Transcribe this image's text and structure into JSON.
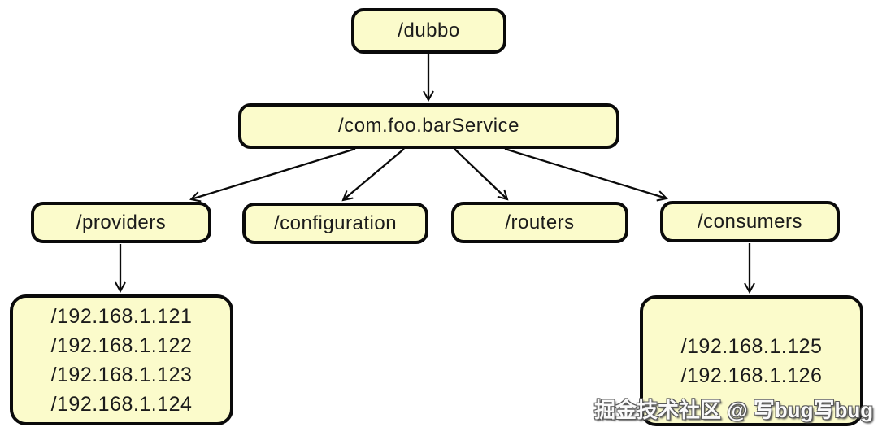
{
  "diagram": {
    "nodes": {
      "root": {
        "label": "/dubbo"
      },
      "service": {
        "label": "/com.foo.barService"
      },
      "providers": {
        "label": "/providers"
      },
      "configuration": {
        "label": "/configuration"
      },
      "routers": {
        "label": "/routers"
      },
      "consumers": {
        "label": "/consumers"
      },
      "provider_addresses": {
        "lines": [
          "/192.168.1.121",
          "/192.168.1.122",
          "/192.168.1.123",
          "/192.168.1.124"
        ]
      },
      "consumer_addresses": {
        "lines": [
          "/192.168.1.125",
          "/192.168.1.126"
        ]
      }
    },
    "edges": [
      {
        "from": "root",
        "to": "service"
      },
      {
        "from": "service",
        "to": "providers"
      },
      {
        "from": "service",
        "to": "configuration"
      },
      {
        "from": "service",
        "to": "routers"
      },
      {
        "from": "service",
        "to": "consumers"
      },
      {
        "from": "providers",
        "to": "provider_addresses"
      },
      {
        "from": "consumers",
        "to": "consumer_addresses"
      }
    ],
    "colors": {
      "node_fill": "#FBFBCB",
      "node_border": "#000000",
      "arrow": "#000000",
      "background": "#FFFFFF",
      "watermark_text_color": "#FFFFFF"
    }
  },
  "watermark": {
    "text": "掘金技术社区 @ 写bug写bug"
  }
}
